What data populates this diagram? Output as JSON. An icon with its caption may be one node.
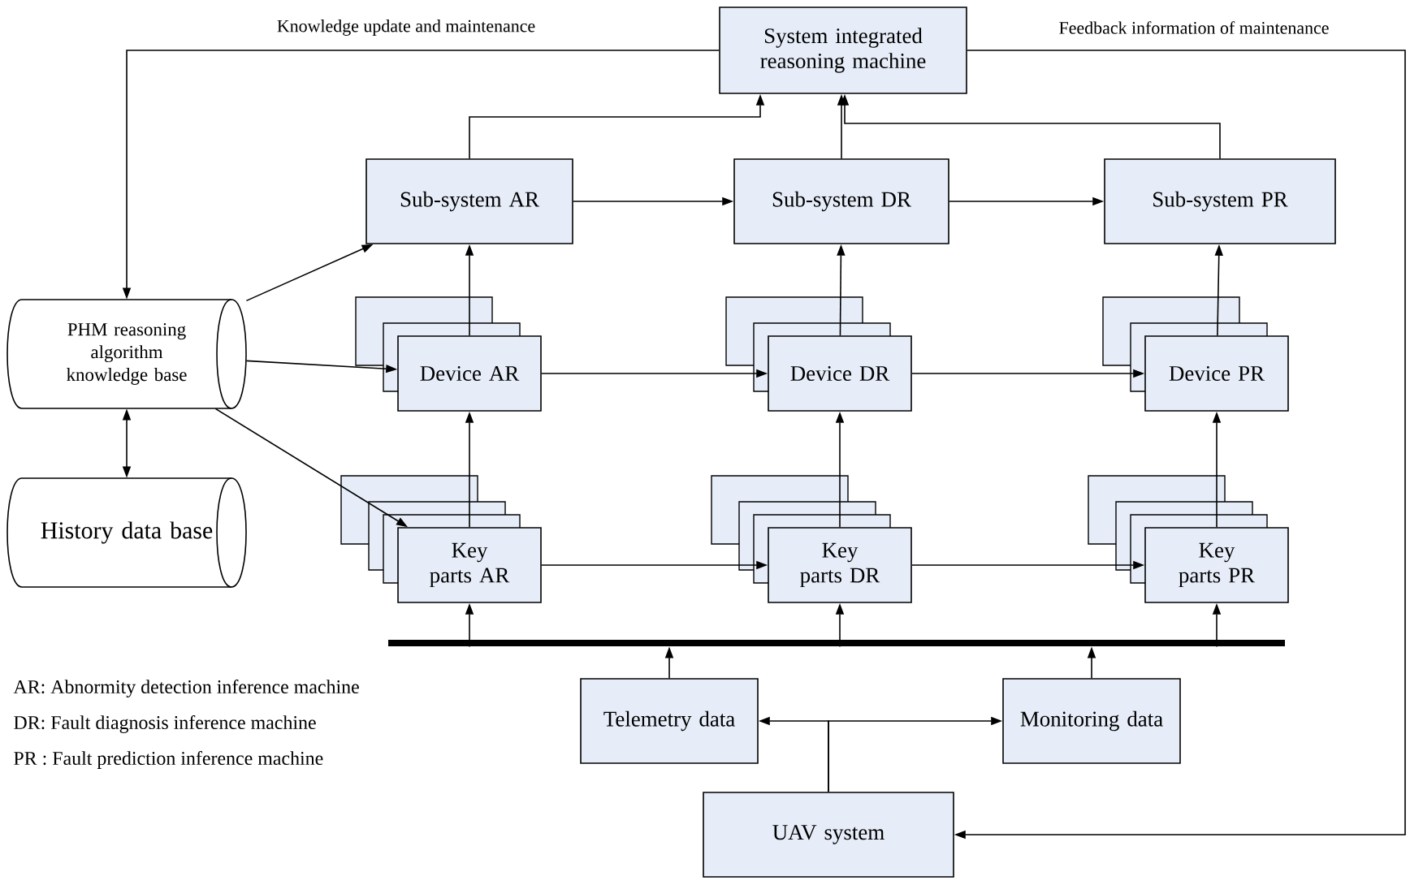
{
  "diagram": {
    "nodes": [
      {
        "text": [
          "System integrated reasoning machine"
        ]
      },
      {
        "text": [
          "Sub-system AR"
        ]
      },
      {
        "text": [
          "Sub-system DR"
        ]
      },
      {
        "text": [
          "Sub-system PR"
        ]
      },
      {
        "text": [
          "PHM reasoning algorithm knowledge base"
        ]
      },
      {
        "text": [
          "Device AR"
        ]
      },
      {
        "text": [
          "Device DR"
        ]
      },
      {
        "text": [
          "Device PR"
        ]
      },
      {
        "text": [
          "History data base"
        ]
      },
      {
        "text": [
          "Key parts AR"
        ]
      },
      {
        "text": [
          "Key parts DR"
        ]
      },
      {
        "text": [
          "Key parts PR"
        ]
      },
      {
        "text": [],
        "shape": "bar"
      },
      {
        "text": [
          "Telemetry data"
        ]
      },
      {
        "text": [
          "Monitoring data"
        ]
      },
      {
        "text": [
          "UAV system"
        ]
      }
    ],
    "edges": [
      {
        "from": 0,
        "to": 4,
        "arrow": "to",
        "label": "Knowledge update and maintenance"
      },
      {
        "from": 0,
        "to": 15,
        "arrow": "to",
        "label": "Feedback information of maintenance"
      },
      {
        "from": 1,
        "to": 0,
        "arrow": "to"
      },
      {
        "from": 2,
        "to": 0,
        "arrow": "to"
      },
      {
        "from": 3,
        "to": 0,
        "arrow": "to"
      },
      {
        "from": 1,
        "to": 2,
        "arrow": "to"
      },
      {
        "from": 2,
        "to": 3,
        "arrow": "to"
      },
      {
        "from": 4,
        "to": 1,
        "arrow": "to"
      },
      {
        "from": 4,
        "to": 5,
        "arrow": "to"
      },
      {
        "from": 4,
        "to": 9,
        "arrow": "to"
      },
      {
        "from": 4,
        "to": 8,
        "arrow": "both"
      },
      {
        "from": 5,
        "to": 1,
        "arrow": "to"
      },
      {
        "from": 6,
        "to": 2,
        "arrow": "to"
      },
      {
        "from": 7,
        "to": 3,
        "arrow": "to"
      },
      {
        "from": 5,
        "to": 6,
        "arrow": "to"
      },
      {
        "from": 6,
        "to": 7,
        "arrow": "to"
      },
      {
        "from": 9,
        "to": 5,
        "arrow": "to"
      },
      {
        "from": 10,
        "to": 6,
        "arrow": "to"
      },
      {
        "from": 11,
        "to": 7,
        "arrow": "to"
      },
      {
        "from": 9,
        "to": 10,
        "arrow": "to"
      },
      {
        "from": 10,
        "to": 11,
        "arrow": "to"
      },
      {
        "from": 12,
        "to": 9,
        "arrow": "to"
      },
      {
        "from": 12,
        "to": 10,
        "arrow": "to"
      },
      {
        "from": 12,
        "to": 11,
        "arrow": "to"
      },
      {
        "from": 13,
        "to": 12,
        "arrow": "to"
      },
      {
        "from": 14,
        "to": 12,
        "arrow": "to"
      },
      {
        "from": 15,
        "to": 13,
        "arrow": "to"
      },
      {
        "from": 15,
        "to": 14,
        "arrow": "to"
      }
    ],
    "labels": [
      "AR: Abnormity detection inference machine",
      "DR: Fault diagnosis inference machine",
      "PR : Fault prediction inference machine"
    ]
  }
}
